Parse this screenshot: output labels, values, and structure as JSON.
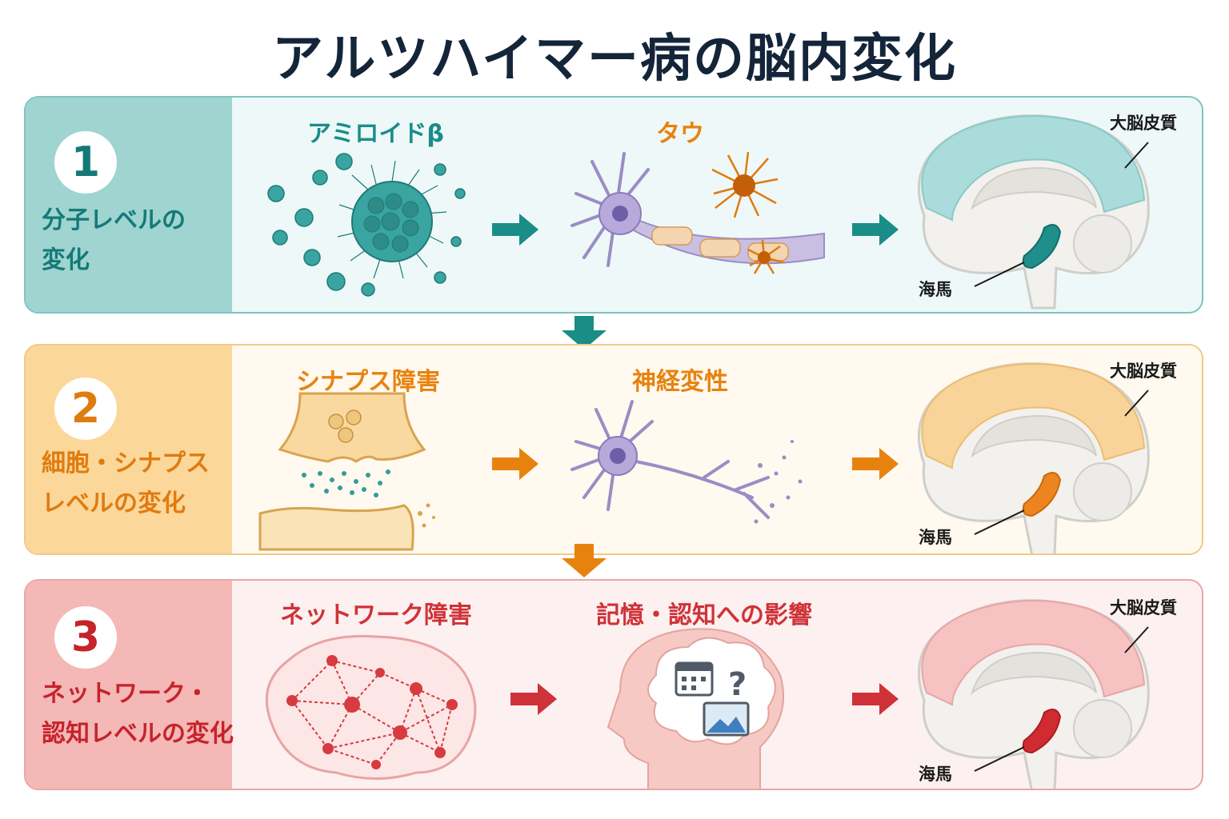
{
  "title": "アルツハイマー病の脳内変化",
  "colors": {
    "teal": "#1a8d89",
    "orange": "#e8820f",
    "red": "#cf3238",
    "dark": "#14253a"
  },
  "panels": [
    {
      "number": "1",
      "level_line1": "分子レベルの",
      "level_line2": "変化",
      "label_a": "アミロイドβ",
      "label_b": "タウ",
      "cortex": "大脳皮質",
      "hippocampus": "海馬"
    },
    {
      "number": "2",
      "level_line1": "細胞・シナプス",
      "level_line2": "レベルの変化",
      "label_a": "シナプス障害",
      "label_b": "神経変性",
      "cortex": "大脳皮質",
      "hippocampus": "海馬"
    },
    {
      "number": "3",
      "level_line1": "ネットワーク・",
      "level_line2": "認知レベルの変化",
      "label_a": "ネットワーク障害",
      "label_b": "記憶・認知への影響",
      "cortex": "大脳皮質",
      "hippocampus": "海馬"
    }
  ]
}
